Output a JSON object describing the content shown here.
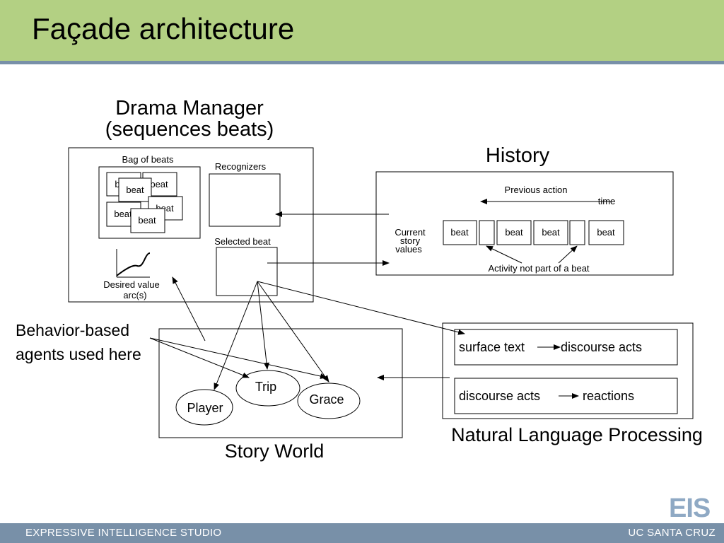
{
  "slide": {
    "title": "Façade architecture",
    "footer_left": "EXPRESSIVE INTELLIGENCE STUDIO",
    "footer_right": "UC SANTA CRUZ",
    "logo": "EIS"
  },
  "drama_manager": {
    "title_line1": "Drama Manager",
    "title_line2": "(sequences beats)",
    "bag_label": "Bag of beats",
    "bag_beats": [
      "beat",
      "beat",
      "beat",
      "beat",
      "beat",
      "beat"
    ],
    "recognizers_label": "Recognizers",
    "selected_beat_label": "Selected beat",
    "arc_label_line1": "Desired value",
    "arc_label_line2": "arc(s)"
  },
  "history": {
    "title": "History",
    "previous_action": "Previous action",
    "time": "time",
    "current_values_line1": "Current",
    "current_values_line2": "story",
    "current_values_line3": "values",
    "beats": [
      "beat",
      "beat",
      "beat",
      "beat"
    ],
    "activity_label": "Activity not part of a beat"
  },
  "agents_label": {
    "line1": "Behavior-based",
    "line2": "agents used here"
  },
  "story_world": {
    "title": "Story World",
    "characters": [
      "Player",
      "Trip",
      "Grace"
    ]
  },
  "nlp": {
    "title": "Natural Language Processing",
    "row1_from": "surface text",
    "row1_to": "discourse acts",
    "row2_from": "discourse acts",
    "row2_to": "reactions"
  },
  "colors": {
    "title_bar": "#b3d083",
    "rule": "#7890a8",
    "footer": "#7890a8",
    "logo": "#8fa9c4"
  }
}
